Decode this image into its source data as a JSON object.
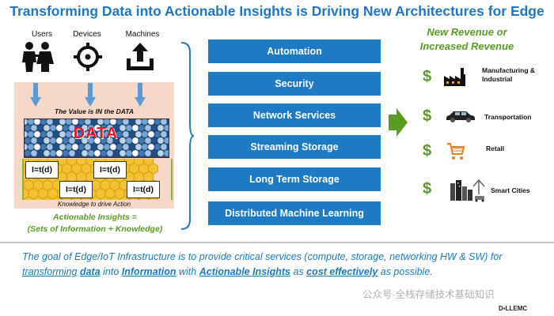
{
  "title": "Transforming Data into Actionable Insights is Driving New Architectures for Edge",
  "sources": [
    {
      "label": "Users",
      "icon": "users-icon"
    },
    {
      "label": "Devices",
      "icon": "device-gear-icon"
    },
    {
      "label": "Machines",
      "icon": "machine-upload-icon"
    }
  ],
  "value_text": "The Value is IN the DATA",
  "data_word": "DATA",
  "formula": "I=t(d)",
  "knowledge_text": "Knowledge to drive Action",
  "insights_line1": "Actionable Insights =",
  "insights_line2": "(Sets of Information + Knowledge)",
  "services": [
    "Automation",
    "Security",
    "Network Services",
    "Streaming Storage",
    "Long Term Storage",
    "Distributed Machine Learning"
  ],
  "revenue_line1": "New Revenue or",
  "revenue_line2": "Increased Revenue",
  "dollar_sign": "$",
  "sectors": [
    {
      "label_lines": [
        "Manufacturing &",
        "Industrial"
      ],
      "icon": "factory-icon"
    },
    {
      "label_lines": [
        "Transportation"
      ],
      "icon": "car-icon"
    },
    {
      "label_lines": [
        "Retail"
      ],
      "icon": "shopping-cart-icon"
    },
    {
      "label_lines": [
        "Smart Cities"
      ],
      "icon": "city-icon"
    }
  ],
  "goal": {
    "p1": "The goal of Edge/IoT Infrastructure is to provide critical services (compute, storage, networking HW & SW) for ",
    "u1": "transforming",
    "s1": " ",
    "b_data": "data",
    "s2": " into ",
    "b_info": "Information",
    "s3": " with ",
    "b_insights": "Actionable Insights",
    "s4": " as ",
    "b_cost": "cost effectively",
    "s5": " as possible."
  },
  "watermark": "公众号·全栈存储技术基础知识",
  "brand": "D▪LLEMC",
  "colors": {
    "title_blue": "#2176c1",
    "button_blue": "#1e7bc3",
    "green": "#5a9c23",
    "data_red": "#e0182b",
    "pink_bg": "#f7d8c8"
  }
}
